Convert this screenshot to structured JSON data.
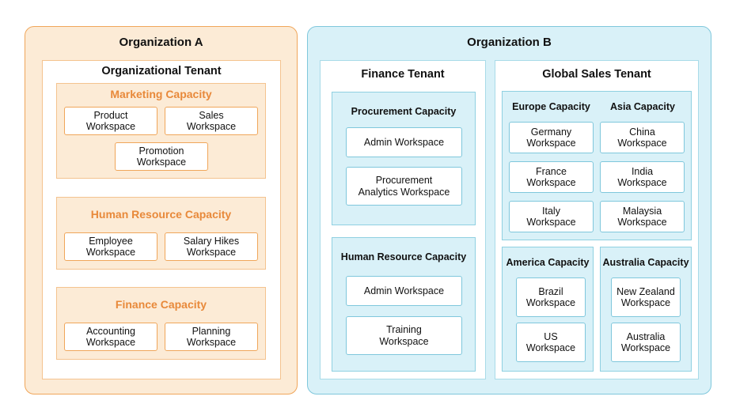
{
  "org_a": {
    "title": "Organization A",
    "tenant": {
      "title": "Organizational Tenant",
      "capacities": [
        {
          "title": "Marketing Capacity",
          "workspaces": [
            "Product\nWorkspace",
            "Sales\nWorkspace",
            "Promotion\nWorkspace"
          ]
        },
        {
          "title": "Human Resource Capacity",
          "workspaces": [
            "Employee\nWorkspace",
            "Salary Hikes\nWorkspace"
          ]
        },
        {
          "title": "Finance Capacity",
          "workspaces": [
            "Accounting\nWorkspace",
            "Planning\nWorkspace"
          ]
        }
      ]
    }
  },
  "org_b": {
    "title": "Organization B",
    "finance_tenant": {
      "title": "Finance Tenant",
      "capacities": [
        {
          "title": "Procurement Capacity",
          "workspaces": [
            "Admin Workspace",
            "Procurement\nAnalytics Workspace"
          ]
        },
        {
          "title": "Human Resource Capacity",
          "workspaces": [
            "Admin Workspace",
            "Training\nWorkspace"
          ]
        }
      ]
    },
    "sales_tenant": {
      "title": "Global Sales Tenant",
      "capacities": [
        {
          "title": "Europe Capacity",
          "workspaces": [
            "Germany\nWorkspace",
            "France\nWorkspace",
            "Italy\nWorkspace"
          ]
        },
        {
          "title": "Asia Capacity",
          "workspaces": [
            "China\nWorkspace",
            "India\nWorkspace",
            "Malaysia\nWorkspace"
          ]
        },
        {
          "title": "America Capacity",
          "workspaces": [
            "Brazil\nWorkspace",
            "US\nWorkspace"
          ]
        },
        {
          "title": "Australia Capacity",
          "workspaces": [
            "New Zealand\nWorkspace",
            "Australia\nWorkspace"
          ]
        }
      ]
    }
  }
}
